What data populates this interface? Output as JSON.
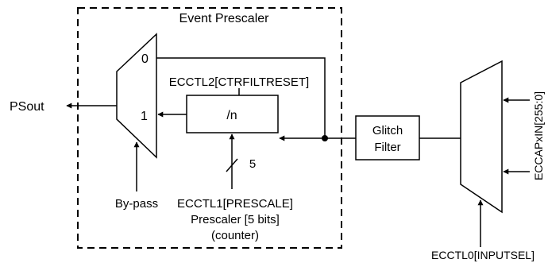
{
  "labels": {
    "group_title": "Event Prescaler",
    "mux_input_0": "0",
    "mux_input_1": "1",
    "output": "PSout",
    "bypass": "By-pass",
    "filter_reset": "ECCTL2[CTRFILTRESET]",
    "divider": "/n",
    "bus_width": "5",
    "prescale_reg": "ECCTL1[PRESCALE]",
    "prescaler_desc": "Prescaler [5 bits]",
    "counter_note": "(counter)",
    "glitch_line1": "Glitch",
    "glitch_line2": "Filter",
    "input_bus": "ECCAPxIN[255:0]",
    "input_select": "ECCTL0[INPUTSEL]"
  }
}
